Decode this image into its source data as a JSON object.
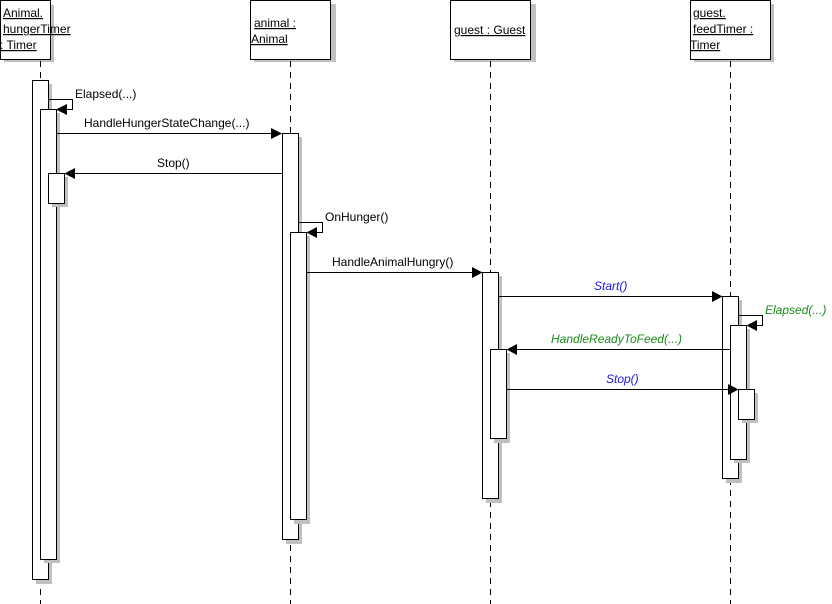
{
  "diagram": {
    "type": "sequence",
    "objects": [
      {
        "id": "hungerTimer",
        "lines": [
          "Animal.",
          "hungerTimer",
          ": Timer"
        ]
      },
      {
        "id": "animal",
        "lines": [
          "animal :",
          "Animal"
        ]
      },
      {
        "id": "guest",
        "lines": [
          "guest : Guest"
        ]
      },
      {
        "id": "feedTimer",
        "lines": [
          "guest.",
          "feedTimer :",
          "Timer"
        ]
      }
    ],
    "messages": [
      {
        "id": "m1",
        "label": "Elapsed(...)",
        "from": "hungerTimer",
        "to": "hungerTimer",
        "color": "#000000",
        "italic": false
      },
      {
        "id": "m2",
        "label": "HandleHungerStateChange(...)",
        "from": "hungerTimer",
        "to": "animal",
        "color": "#000000",
        "italic": false
      },
      {
        "id": "m3",
        "label": "Stop()",
        "from": "animal",
        "to": "hungerTimer",
        "color": "#000000",
        "italic": false
      },
      {
        "id": "m4",
        "label": "OnHunger()",
        "from": "animal",
        "to": "animal",
        "color": "#000000",
        "italic": false
      },
      {
        "id": "m5",
        "label": "HandleAnimalHungry()",
        "from": "animal",
        "to": "guest",
        "color": "#000000",
        "italic": false
      },
      {
        "id": "m6",
        "label": "Start()",
        "from": "guest",
        "to": "feedTimer",
        "color": "#1a1ae6",
        "italic": true
      },
      {
        "id": "m7",
        "label": "Elapsed(...)",
        "from": "feedTimer",
        "to": "feedTimer",
        "color": "#1a8c1a",
        "italic": true
      },
      {
        "id": "m8",
        "label": "HandleReadyToFeed(...)",
        "from": "feedTimer",
        "to": "guest",
        "color": "#1a8c1a",
        "italic": true
      },
      {
        "id": "m9",
        "label": "Stop()",
        "from": "guest",
        "to": "feedTimer",
        "color": "#1a1ae6",
        "italic": true
      }
    ]
  }
}
